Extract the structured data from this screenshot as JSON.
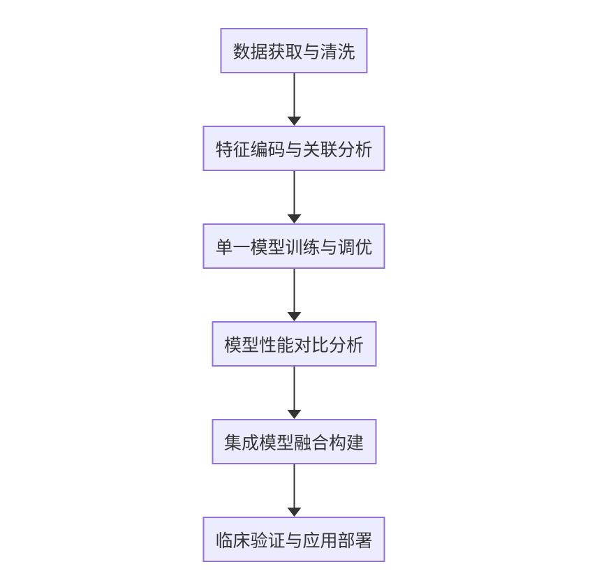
{
  "flowchart": {
    "type": "flowchart",
    "direction": "top-down",
    "colors": {
      "node_fill": "#ECECFF",
      "node_border": "#9370DB",
      "arrow": "#333333",
      "text": "#333333",
      "background": "#FFFFFF"
    },
    "nodes": [
      {
        "id": "step1",
        "label": "数据获取与清洗"
      },
      {
        "id": "step2",
        "label": "特征编码与关联分析"
      },
      {
        "id": "step3",
        "label": "单一模型训练与调优"
      },
      {
        "id": "step4",
        "label": "模型性能对比分析"
      },
      {
        "id": "step5",
        "label": "集成模型融合构建"
      },
      {
        "id": "step6",
        "label": "临床验证与应用部署"
      }
    ],
    "edges": [
      {
        "from": "step1",
        "to": "step2"
      },
      {
        "from": "step2",
        "to": "step3"
      },
      {
        "from": "step3",
        "to": "step4"
      },
      {
        "from": "step4",
        "to": "step5"
      },
      {
        "from": "step5",
        "to": "step6"
      }
    ]
  }
}
